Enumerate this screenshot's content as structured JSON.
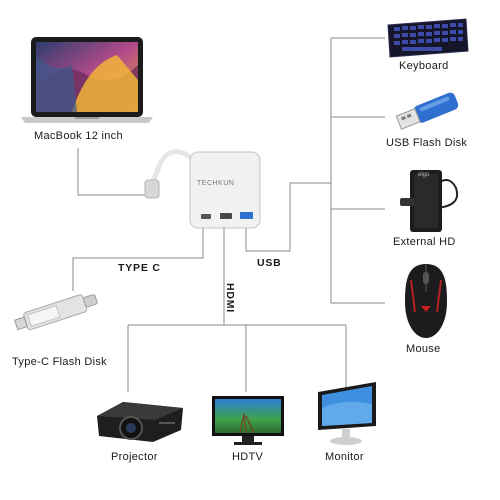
{
  "adapter": {
    "brand": "TECHKUN"
  },
  "source": {
    "label": "MacBook 12 inch"
  },
  "ports": {
    "typec_label": "TYPE C",
    "hdmi_label": "HDMI",
    "usb_label": "USB"
  },
  "usb_devices": [
    {
      "label": "Keyboard",
      "icon": "keyboard-icon"
    },
    {
      "label": "USB Flash Disk",
      "icon": "usb-flash-disk-icon"
    },
    {
      "label": "External HD",
      "icon": "external-hd-icon",
      "device_text": "elgo"
    },
    {
      "label": "Mouse",
      "icon": "mouse-icon"
    }
  ],
  "typec_devices": [
    {
      "label": "Type-C Flash Disk",
      "icon": "typec-flash-disk-icon"
    }
  ],
  "hdmi_devices": [
    {
      "label": "Projector",
      "icon": "projector-icon"
    },
    {
      "label": "HDTV",
      "icon": "hdtv-icon"
    },
    {
      "label": "Monitor",
      "icon": "monitor-icon"
    }
  ]
}
